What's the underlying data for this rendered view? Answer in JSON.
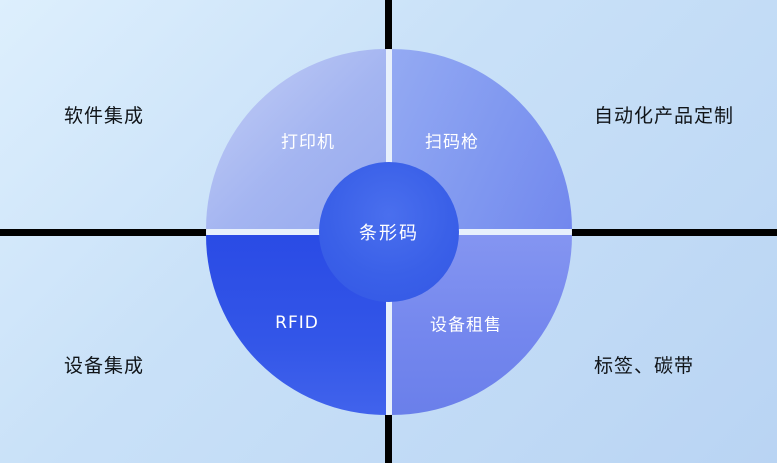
{
  "corner_labels": {
    "top_left": "软件集成",
    "top_right": "自动化产品定制",
    "bottom_left": "设备集成",
    "bottom_right": "标签、碳带"
  },
  "circle": {
    "center_label": "条形码",
    "quadrant_labels": {
      "top_left": "打印机",
      "top_right": "扫码枪",
      "bottom_left": "RFID",
      "bottom_right": "设备租售"
    }
  },
  "colors": {
    "background_light": "#ddeffd",
    "background_deep": "#b9d4f3",
    "axis_line": "#000000",
    "quadrant_top_left": "#a4b5f1",
    "quadrant_top_right": "#8098f0",
    "quadrant_bottom_left": "#2a4be5",
    "quadrant_bottom_right": "#7487ee",
    "center_circle": "#3a60e8",
    "circle_text": "#ffffff",
    "corner_text": "#101418"
  }
}
